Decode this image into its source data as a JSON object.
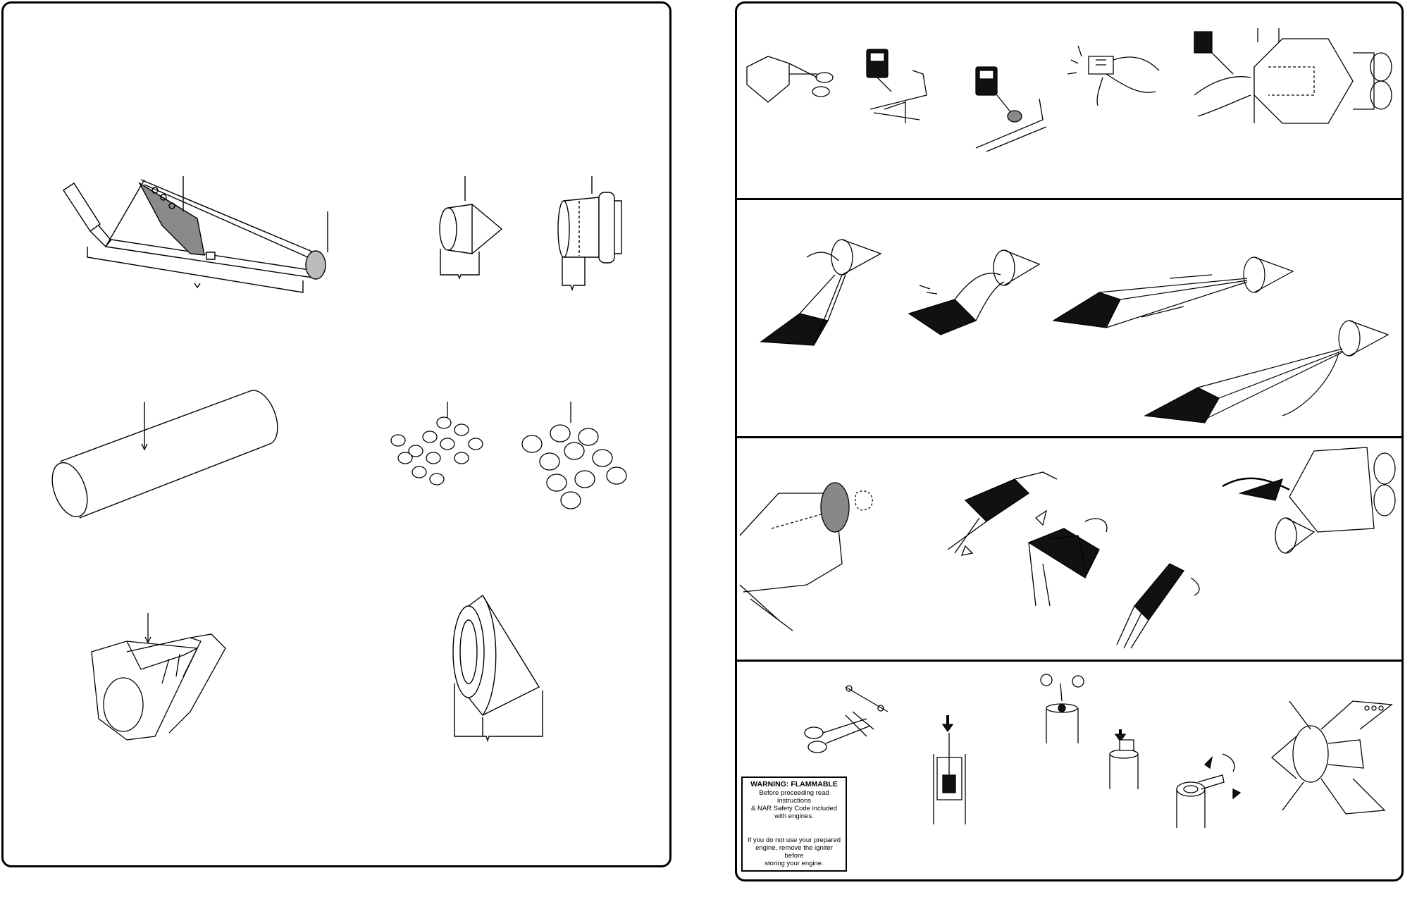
{
  "warning": {
    "title": "WARNING: FLAMMABLE",
    "body_top": "Before proceeding read instructions\n& NAR Safety Code included\nwith engines.",
    "body_bottom": "If you do not use your prepared\nengine, remove the igniter before\nstoring your engine."
  },
  "colors": {
    "line": "#000000",
    "fill_dark": "#111111",
    "fill_grey": "#8a8a8a",
    "paper": "#ffffff"
  },
  "left_panel": {
    "parts": [
      {
        "name": "fin-strut-assembly-icon"
      },
      {
        "name": "nose-cone-icon"
      },
      {
        "name": "engine-mount-adapter-icon"
      },
      {
        "name": "body-tube-icon"
      },
      {
        "name": "small-tube-cluster-icon"
      },
      {
        "name": "large-tube-cluster-icon"
      },
      {
        "name": "parachute-sheet-icon"
      },
      {
        "name": "capsule-shell-icon"
      }
    ]
  },
  "right_panel": {
    "steps": [
      {
        "name": "step-row-1"
      },
      {
        "name": "step-row-2"
      },
      {
        "name": "step-row-3"
      },
      {
        "name": "step-row-4"
      }
    ]
  }
}
